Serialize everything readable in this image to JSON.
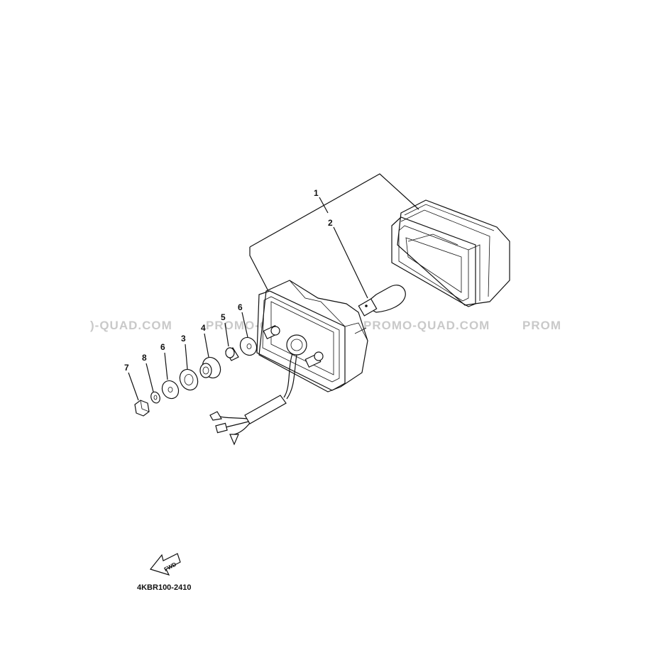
{
  "watermarks": [
    {
      "text": ")-QUAD.COM"
    },
    {
      "text": "PROMO-QUAD.COM"
    },
    {
      "text": "PROMO-QUAD.COM"
    },
    {
      "text": "PROM"
    }
  ],
  "callouts": [
    {
      "label": "1"
    },
    {
      "label": "2"
    },
    {
      "label": "3"
    },
    {
      "label": "4"
    },
    {
      "label": "5"
    },
    {
      "label": "6"
    },
    {
      "label": "6"
    },
    {
      "label": "7"
    },
    {
      "label": "8"
    }
  ],
  "fwd_label": "FWD",
  "diagram_code": "4KBR100-2410"
}
